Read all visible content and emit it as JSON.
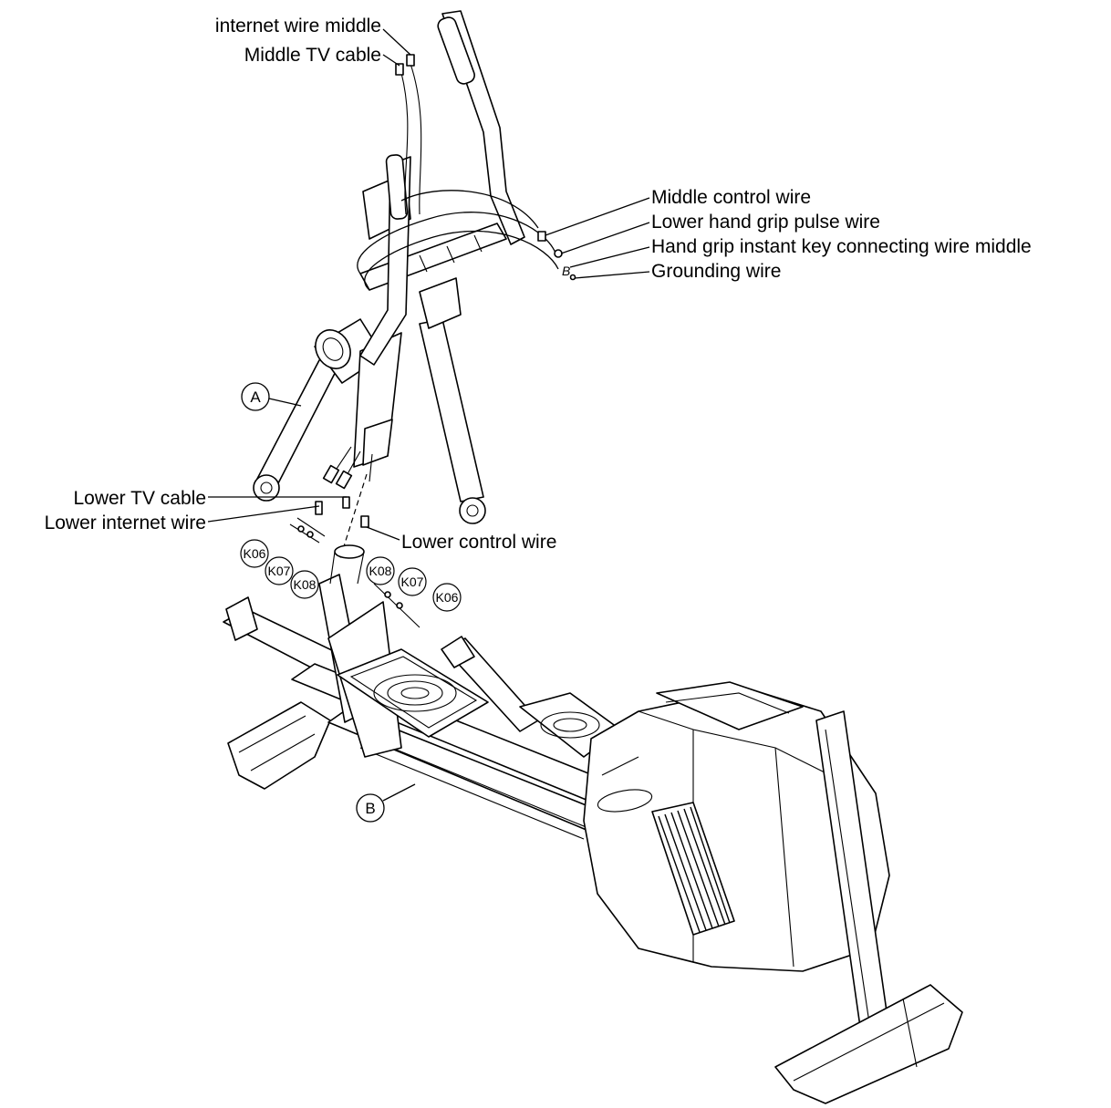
{
  "callouts": {
    "internet_wire_middle": "internet wire middle",
    "middle_tv_cable": "Middle TV cable",
    "middle_control_wire": "Middle control wire",
    "lower_hand_grip_pulse_wire": "Lower hand grip pulse wire",
    "hand_grip_instant_key_wire_middle": "Hand grip instant key connecting wire middle",
    "grounding_wire": "Grounding wire",
    "lower_tv_cable": "Lower TV cable",
    "lower_internet_wire": "Lower internet wire",
    "lower_control_wire": "Lower control wire"
  },
  "parts": {
    "assembly_a": "A",
    "assembly_b": "B",
    "k06": "K06",
    "k07": "K07",
    "k08": "K08",
    "mark_b": "B"
  }
}
